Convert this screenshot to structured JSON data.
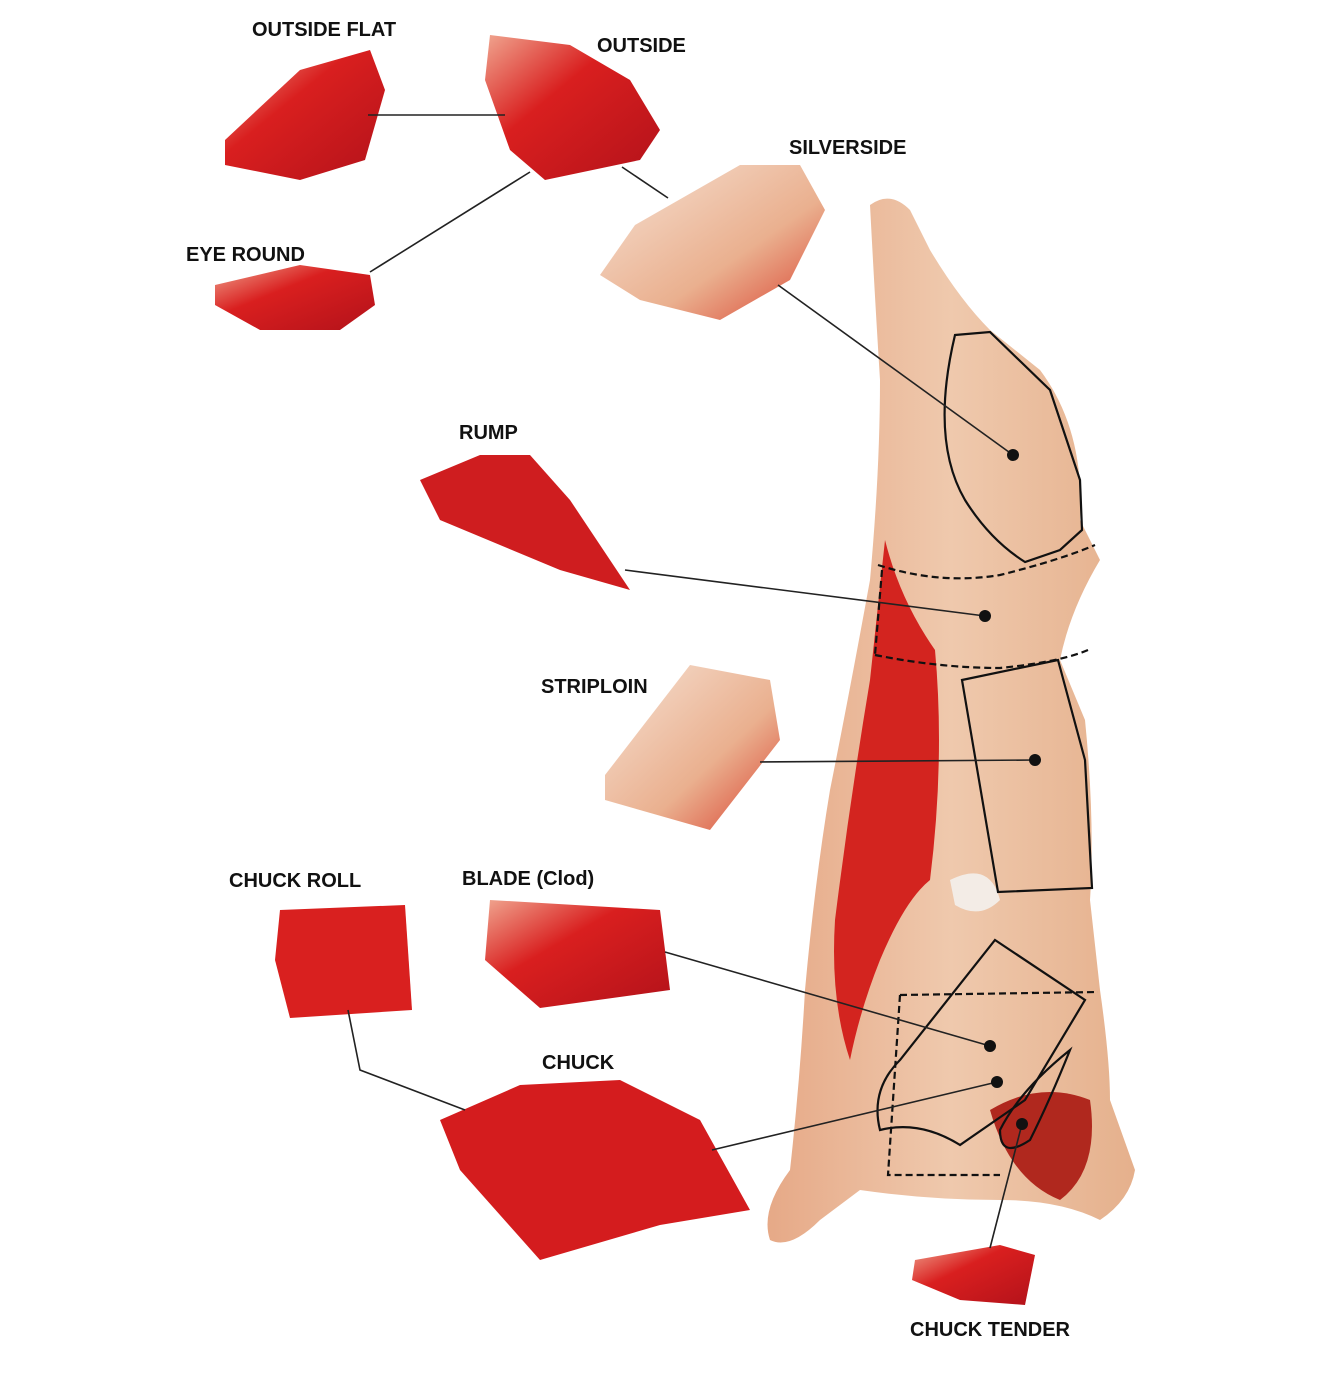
{
  "labels": {
    "outside_flat": "OUTSIDE FLAT",
    "outside": "OUTSIDE",
    "silverside": "SILVERSIDE",
    "eye_round": "EYE ROUND",
    "rump": "RUMP",
    "striploin": "STRIPLOIN",
    "chuck_roll": "CHUCK ROLL",
    "blade": "BLADE (Clod)",
    "chuck": "CHUCK",
    "chuck_tender": "CHUCK TENDER"
  },
  "colors": {
    "meat": "#d91f1f",
    "meat_dark": "#b3121a",
    "fat": "#f2d6c4",
    "carcass": "#e9b48f"
  }
}
